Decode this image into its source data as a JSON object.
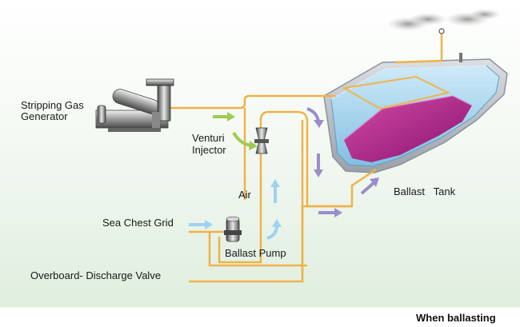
{
  "labels": {
    "stripping_gas_generator_line1": "Stripping Gas",
    "stripping_gas_generator_line2": "Generator",
    "venturi_injector_line1": "Venturi",
    "venturi_injector_line2": "Injector",
    "air": "Air",
    "sea_chest_grid": "Sea Chest Grid",
    "ballast_pump": "Ballast Pump",
    "overboard_discharge_valve": "Overboard- Discharge Valve",
    "ballast_tank": "Ballast   Tank"
  },
  "caption": "When ballasting",
  "colors": {
    "pipe": "#f0b24a",
    "air_arrow": "#9ecb52",
    "water_arrow": "#9fd2ee",
    "flow_arrow": "#9a8ec9",
    "tank_water": "#a7d4ee",
    "ballast_liquid": "#b2197f",
    "background_gradient_bottom": "#dfeede"
  }
}
